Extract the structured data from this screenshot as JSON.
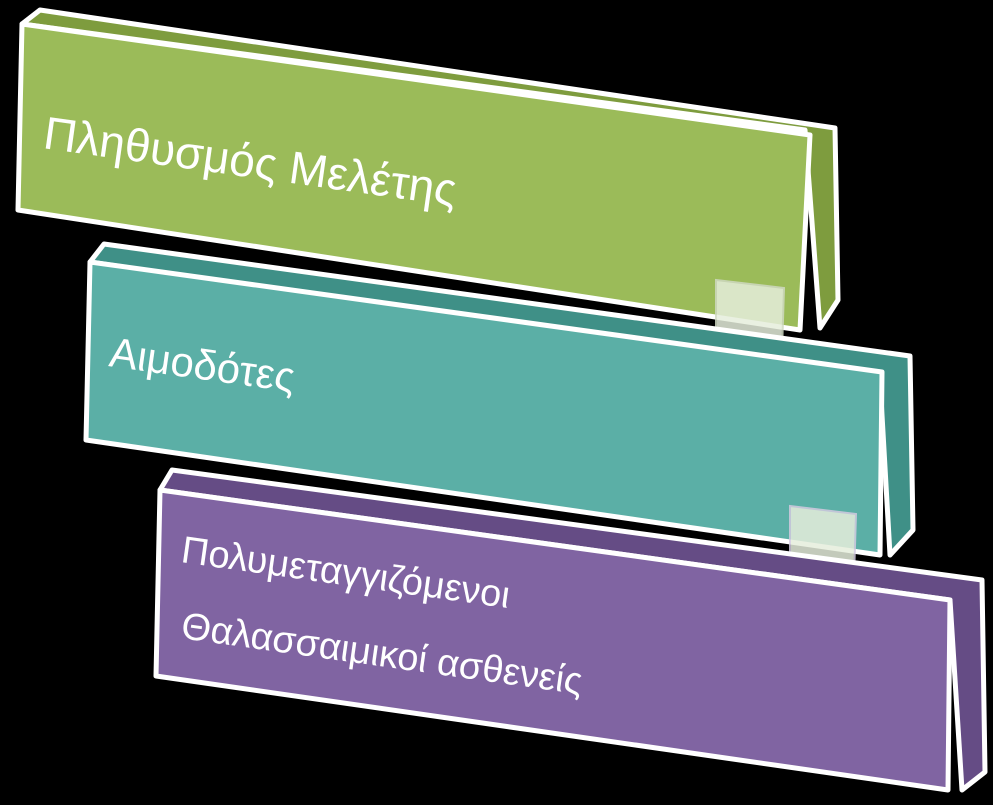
{
  "diagram": {
    "steps": [
      {
        "lines": [
          "Πληθυσμός Μελέτης"
        ],
        "face_color": "#9BBB59",
        "side_color": "#7E9C3E"
      },
      {
        "lines": [
          "Αιμοδότες"
        ],
        "face_color": "#5BAFA6",
        "side_color": "#3F9087"
      },
      {
        "lines": [
          "Πολυμεταγγιζόμενοι",
          "Θαλασσαιμικοί ασθενείς"
        ],
        "face_color": "#8064A2",
        "side_color": "#654C85"
      }
    ],
    "arrow_color": "#E6EEDC",
    "background": "#000000"
  }
}
